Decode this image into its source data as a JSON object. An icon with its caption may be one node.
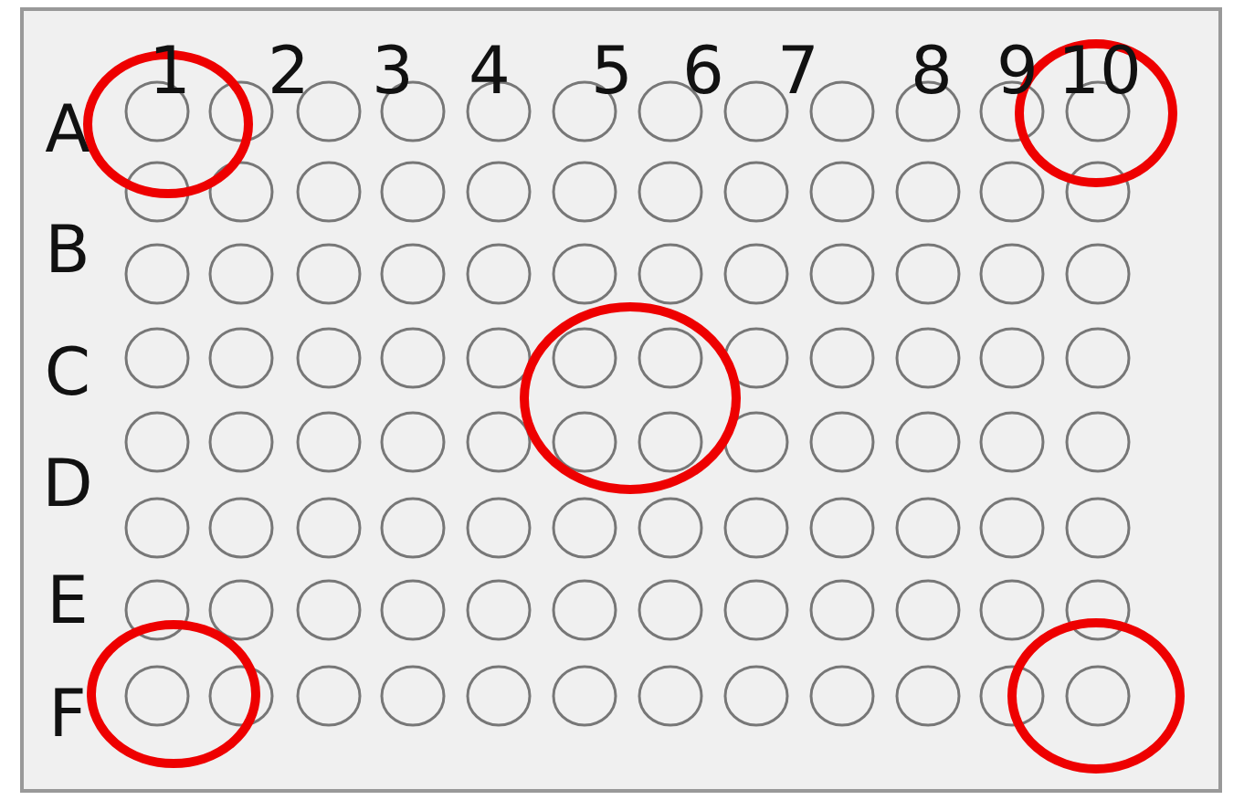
{
  "diagram": {
    "labels": [
      "1",
      "2",
      "3",
      "4",
      "5",
      "6",
      "7",
      "8",
      "9",
      "10",
      "A",
      "B",
      "C",
      "D",
      "E",
      "F"
    ]
  }
}
